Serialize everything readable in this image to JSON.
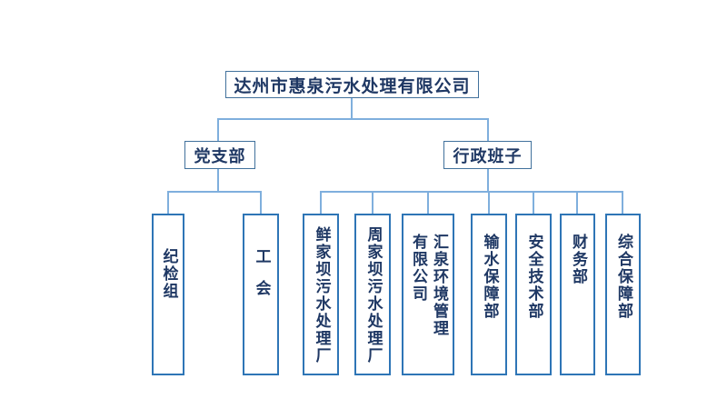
{
  "chart": {
    "type": "org-chart",
    "root": {
      "label": "达州市惠泉污水处理有限公司"
    },
    "level2": [
      {
        "label": "党支部"
      },
      {
        "label": "行政班子"
      }
    ],
    "party_children": [
      {
        "label": "纪检组"
      },
      {
        "label": "工会"
      }
    ],
    "admin_children": [
      {
        "label": "鲜家坝污水处理厂"
      },
      {
        "label": "周家坝污水处理厂"
      },
      {
        "label": "汇泉环境管理\n有限公司"
      },
      {
        "label": "输水保障部"
      },
      {
        "label": "安全技术部"
      },
      {
        "label": "财务部"
      },
      {
        "label": "综合保障部"
      }
    ],
    "colors": {
      "background": "#ffffff",
      "text": "#1f3864",
      "upper_box_border": "#41719c",
      "department_box_border": "#2e75b6",
      "connector": "#7fafdd"
    }
  }
}
